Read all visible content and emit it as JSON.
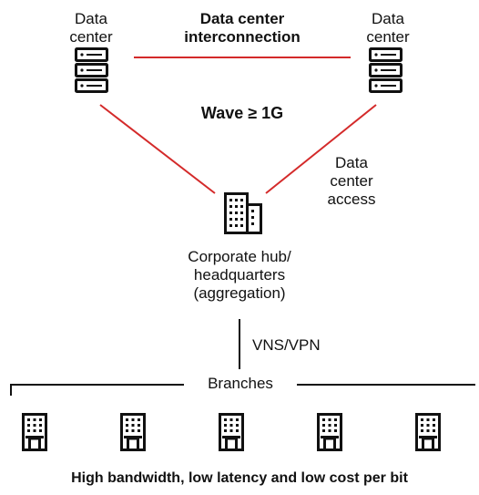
{
  "diagram": {
    "dc_left": {
      "line1": "Data",
      "line2": "center"
    },
    "dc_right": {
      "line1": "Data",
      "line2": "center"
    },
    "interconnect": {
      "line1": "Data center",
      "line2": "interconnection"
    },
    "wave": "Wave ≥ 1G",
    "access": {
      "line1": "Data",
      "line2": "center",
      "line3": "access"
    },
    "hub": {
      "line1": "Corporate hub/",
      "line2": "headquarters",
      "line3": "(aggregation)"
    },
    "vpn": "VNS/VPN",
    "branches": "Branches",
    "footer": "High bandwidth, low latency and low cost per bit",
    "branch_count": 5,
    "colors": {
      "link": "#d42a2a",
      "line": "#111111",
      "text": "#111111"
    },
    "icons": {
      "data_center": "server-rack-icon",
      "hub": "office-building-icon",
      "branch": "branch-building-icon"
    }
  }
}
